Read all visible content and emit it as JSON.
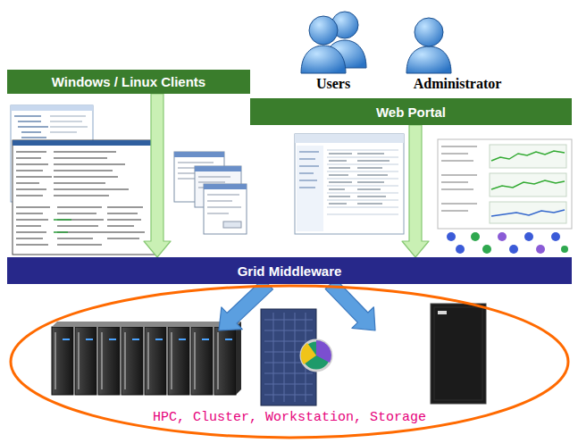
{
  "diagram": {
    "nodes": [
      {
        "text": [
          "Windows / Linux Clients"
        ]
      },
      {
        "text": [
          "Web Portal"
        ]
      },
      {
        "text": [
          "Grid Middleware"
        ]
      },
      {
        "text": [
          "HPC, Cluster, Workstation, Storage"
        ]
      }
    ],
    "edges": [
      {
        "from": 0,
        "to": 2,
        "arrow": "to"
      },
      {
        "from": 1,
        "to": 2,
        "arrow": "to"
      },
      {
        "from": 2,
        "to": 3,
        "arrow": "to"
      },
      {
        "from": 2,
        "to": 3,
        "arrow": "to"
      }
    ],
    "labels": [
      "Users",
      "Administrator"
    ]
  }
}
